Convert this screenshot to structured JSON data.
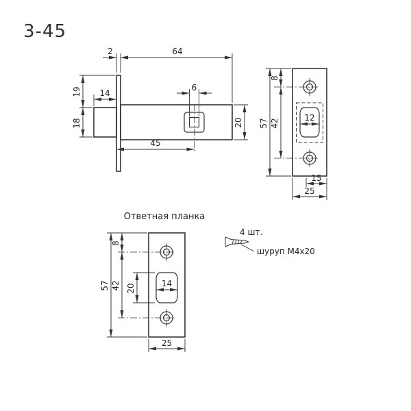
{
  "title": "3-45",
  "side_view": {
    "dim_2": "2",
    "dim_64": "64",
    "dim_19": "19",
    "dim_14": "14",
    "dim_18": "18",
    "dim_6": "6",
    "dim_45": "45",
    "dim_20": "20"
  },
  "faceplate_view": {
    "dim_8": "8",
    "dim_57": "57",
    "dim_42": "42",
    "dim_12": "12",
    "dim_15": "15",
    "dim_25": "25"
  },
  "strike_plate": {
    "label": "Ответная планка",
    "dim_8": "8",
    "dim_57": "57",
    "dim_42": "42",
    "dim_20": "20",
    "dim_14": "14",
    "dim_25": "25"
  },
  "screw": {
    "quantity": "4 шт.",
    "label": "шуруп М4х20"
  },
  "colors": {
    "line": "#333333",
    "text": "#222222",
    "background": "#ffffff"
  }
}
